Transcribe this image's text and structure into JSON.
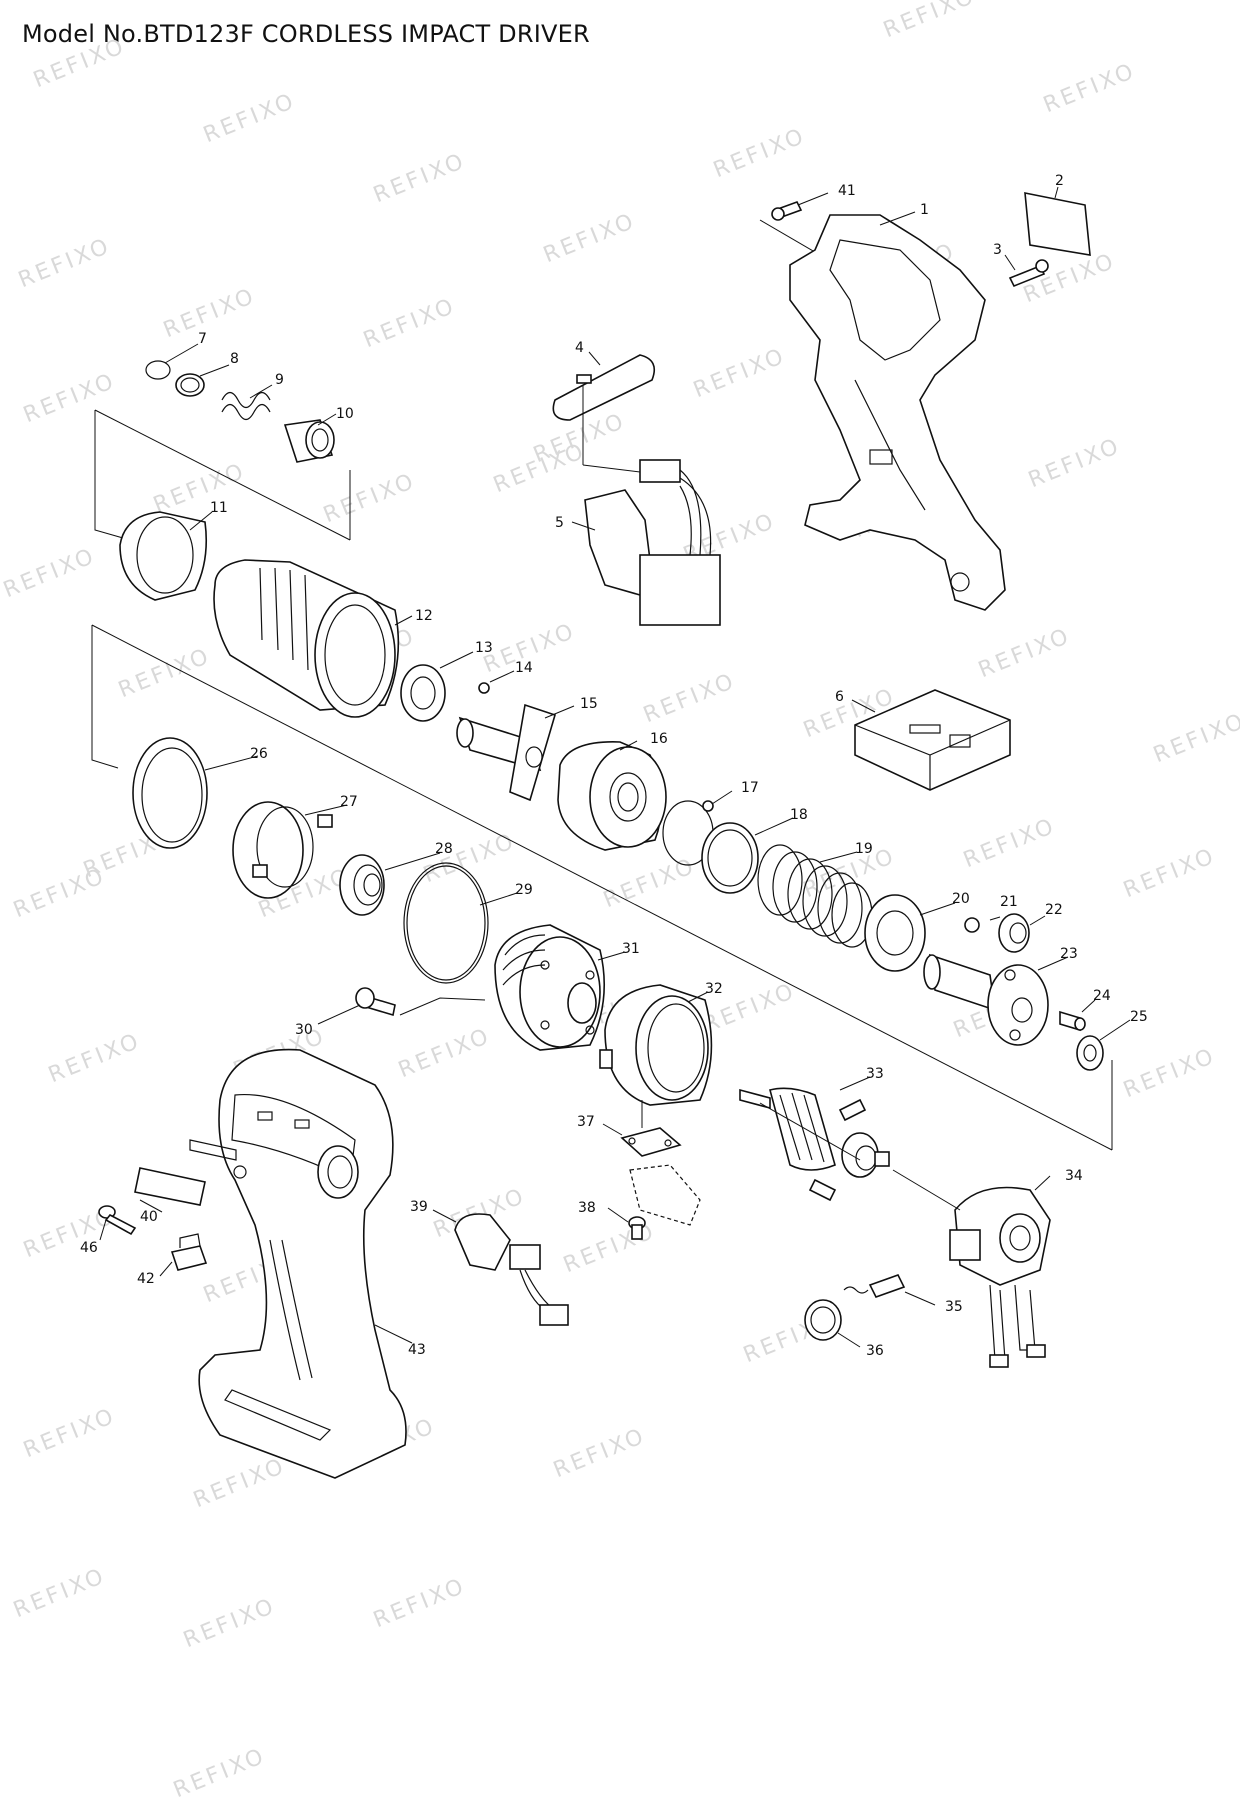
{
  "header": {
    "title": "Model No.BTD123F CORDLESS IMPACT DRIVER"
  },
  "watermark": {
    "text": "REFIXO"
  },
  "colors": {
    "ink": "#111111",
    "watermark": "#d9d9d9",
    "background": "#ffffff"
  },
  "callouts": [
    "41",
    "1",
    "2",
    "3",
    "7",
    "8",
    "9",
    "10",
    "4",
    "5",
    "11",
    "12",
    "13",
    "14",
    "15",
    "16",
    "6",
    "26",
    "27",
    "17",
    "18",
    "28",
    "19",
    "29",
    "20",
    "21",
    "22",
    "31",
    "23",
    "30",
    "32",
    "24",
    "25",
    "33",
    "37",
    "34",
    "38",
    "39",
    "40",
    "46",
    "42",
    "35",
    "43",
    "36"
  ]
}
